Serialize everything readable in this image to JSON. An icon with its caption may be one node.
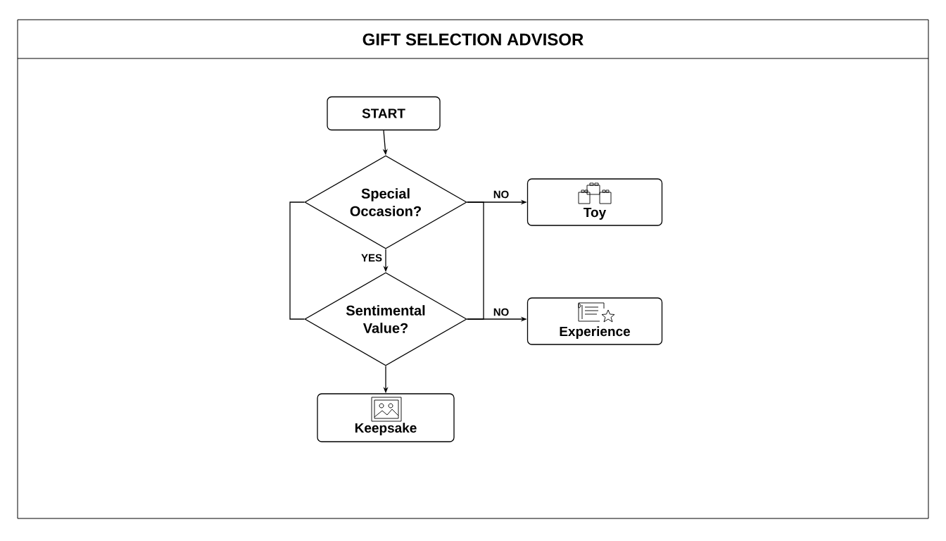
{
  "diagram": {
    "title": "GIFT SELECTION ADVISOR",
    "nodes": [
      {
        "text": [
          "START"
        ]
      },
      {
        "text": [
          "Special Occasion?"
        ]
      },
      {
        "text": [
          "Sentimental Value?"
        ]
      },
      {
        "text": [
          "Toy"
        ]
      },
      {
        "text": [
          "Experience"
        ]
      },
      {
        "text": [
          "Keepsake"
        ]
      }
    ],
    "edges": [
      {
        "from": 0,
        "to": 1,
        "arrow": "to"
      },
      {
        "from": 1,
        "to": 2,
        "arrow": "to",
        "label": "YES"
      },
      {
        "from": 1,
        "to": 3,
        "arrow": "to",
        "label": "NO"
      },
      {
        "from": 2,
        "to": 4,
        "arrow": "to",
        "label": "NO"
      },
      {
        "from": 2,
        "to": 5,
        "arrow": "to"
      },
      {
        "from": 1,
        "to": 2,
        "arrow": "none"
      },
      {
        "from": 1,
        "to": 2,
        "arrow": "none"
      }
    ]
  }
}
